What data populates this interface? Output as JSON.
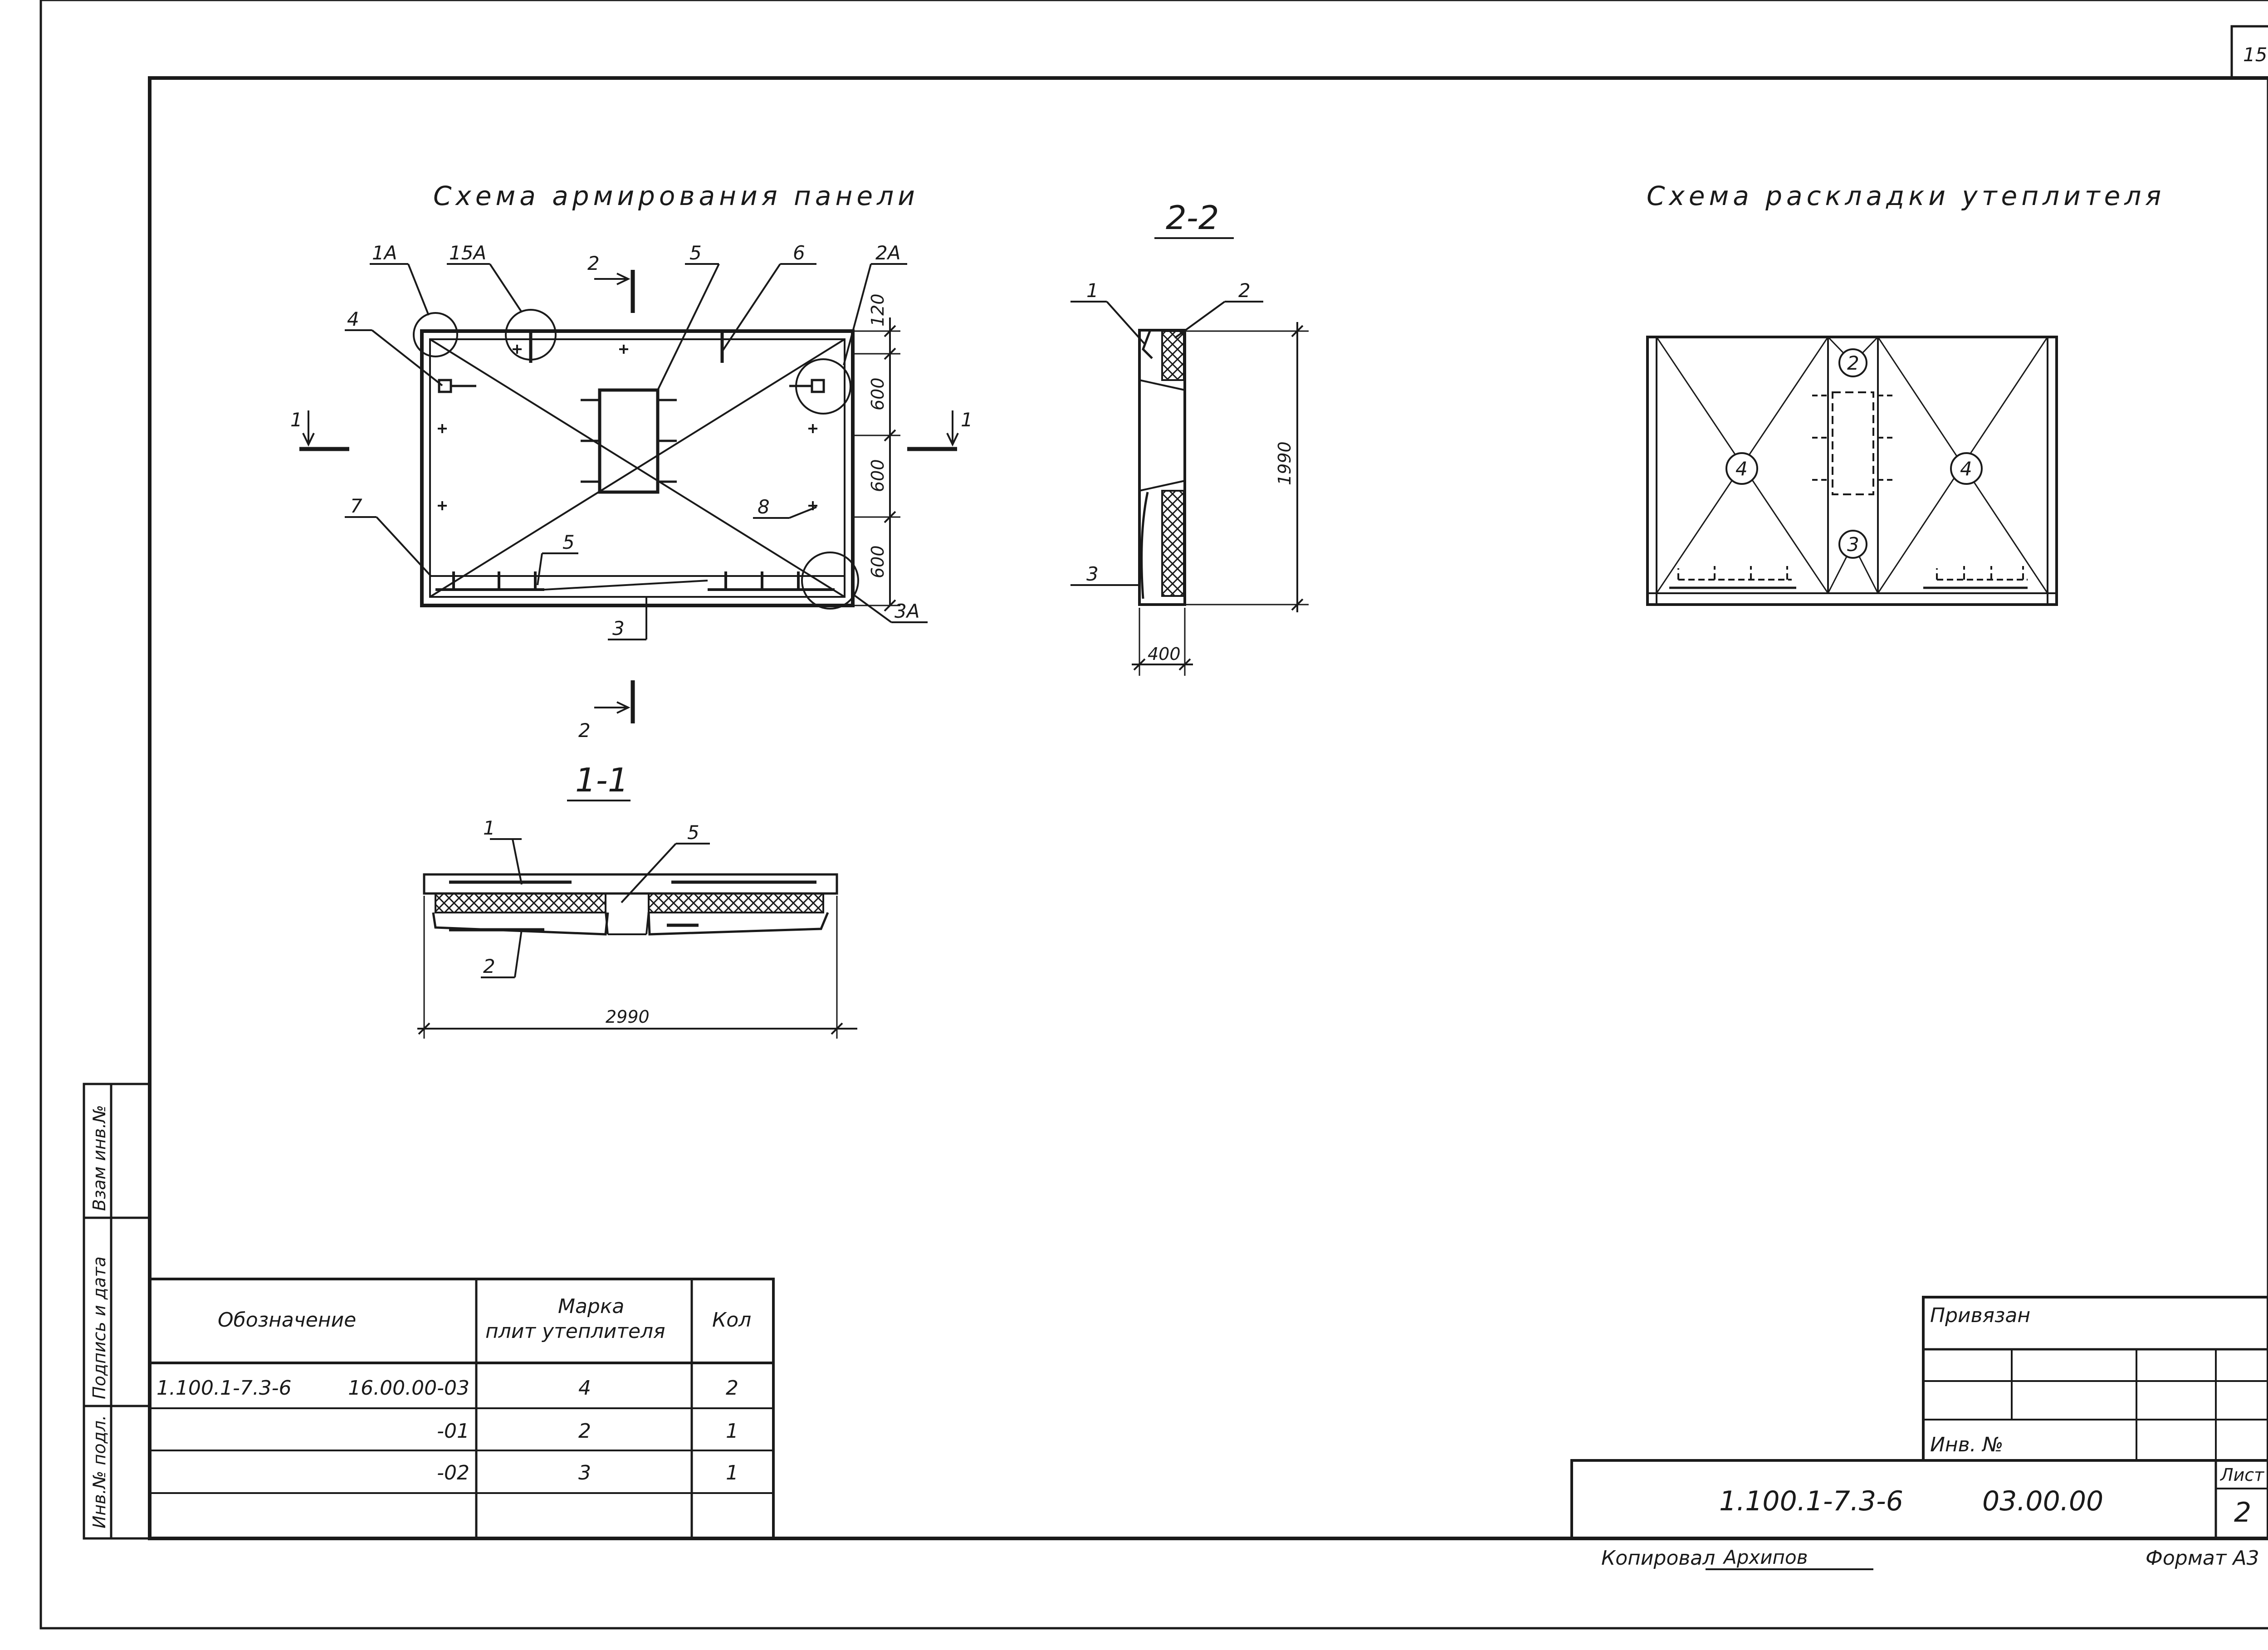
{
  "sheet_number": "15",
  "reinforcement_scheme": {
    "title": "Схема армирования панели",
    "callouts": [
      "1А",
      "15А",
      "4",
      "5",
      "6",
      "2А",
      "7",
      "5",
      "8",
      "3",
      "3А"
    ],
    "dims": [
      "120",
      "600",
      "600",
      "600"
    ],
    "section_marks": {
      "s1_left": "1",
      "s1_right": "1",
      "s2_top": "2",
      "s2_bottom": "2"
    }
  },
  "section_2_2": {
    "title": "2-2",
    "callouts": [
      "1",
      "2",
      "3"
    ],
    "dims": [
      "1990",
      "400"
    ]
  },
  "section_1_1": {
    "title": "1-1",
    "callouts": [
      "1",
      "5",
      "2"
    ],
    "dims": [
      "2990"
    ]
  },
  "insulation_scheme": {
    "title": "Схема раскладки утеплителя",
    "marks": [
      "4",
      "2",
      "3",
      "4"
    ]
  },
  "side_stamp": {
    "labels": [
      "Инв.№ подл.",
      "Подпись и дата",
      "Взам инв.№"
    ]
  },
  "spec_table": {
    "headers": {
      "designation": "Обозначение",
      "mark_line1": "Марка",
      "mark_line2": "плит утеплителя",
      "qty": "Кол"
    },
    "rows": [
      {
        "designation_a": "1.100.1-7.3-6",
        "designation_b": "16.00.00-03",
        "mark": "4",
        "qty": "2"
      },
      {
        "designation_a": "",
        "designation_b": "-01",
        "mark": "2",
        "qty": "1"
      },
      {
        "designation_a": "",
        "designation_b": "-02",
        "mark": "3",
        "qty": "1"
      },
      {
        "designation_a": "",
        "designation_b": "",
        "mark": "",
        "qty": ""
      }
    ]
  },
  "title_block": {
    "privyazan": "Привязан",
    "inv_no": "Инв. №",
    "doc_code": "1.100.1-7.3-6",
    "doc_number": "03.00.00",
    "list_label": "Лист",
    "list_value": "2",
    "copied_by": "Копировал",
    "copied_signature": "Архипов",
    "format": "Формат А3"
  }
}
